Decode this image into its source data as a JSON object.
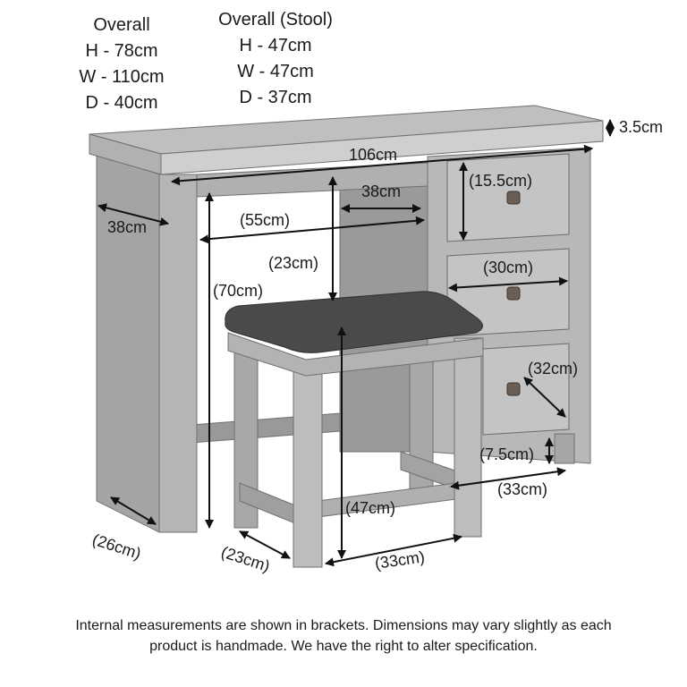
{
  "overall": {
    "title": "Overall",
    "lines": [
      "H - 78cm",
      "W - 110cm",
      "D - 40cm"
    ]
  },
  "stool_overall": {
    "title": "Overall (Stool)",
    "lines": [
      "H - 47cm",
      "W - 47cm",
      "D - 37cm"
    ]
  },
  "dimensions": {
    "top_thickness": "3.5cm",
    "top_width": "106cm",
    "knee_depth": "38cm",
    "side_depth": "38cm",
    "drawer_height": "(15.5cm)",
    "knee_width": "(55cm)",
    "knee_gap": "(23cm)",
    "drawer_width": "(30cm)",
    "knee_height": "(70cm)",
    "drawer_depth": "(32cm)",
    "plinth_height": "(7.5cm)",
    "pedestal_depth": "(33cm)",
    "leg_depth": "(26cm)",
    "stool_height": "(47cm)",
    "stool_depth": "(23cm)",
    "stool_width": "(33cm)"
  },
  "colors": {
    "wood_light": "#c8c8c8",
    "wood_mid": "#a9a9a9",
    "wood_dark": "#8c8c8c",
    "seat": "#4a4a4a",
    "arrow": "#111111"
  },
  "footnote": {
    "line1": "Internal measurements are shown in brackets. Dimensions may vary slightly as each",
    "line2": "product is handmade. We have the right to alter specification."
  }
}
